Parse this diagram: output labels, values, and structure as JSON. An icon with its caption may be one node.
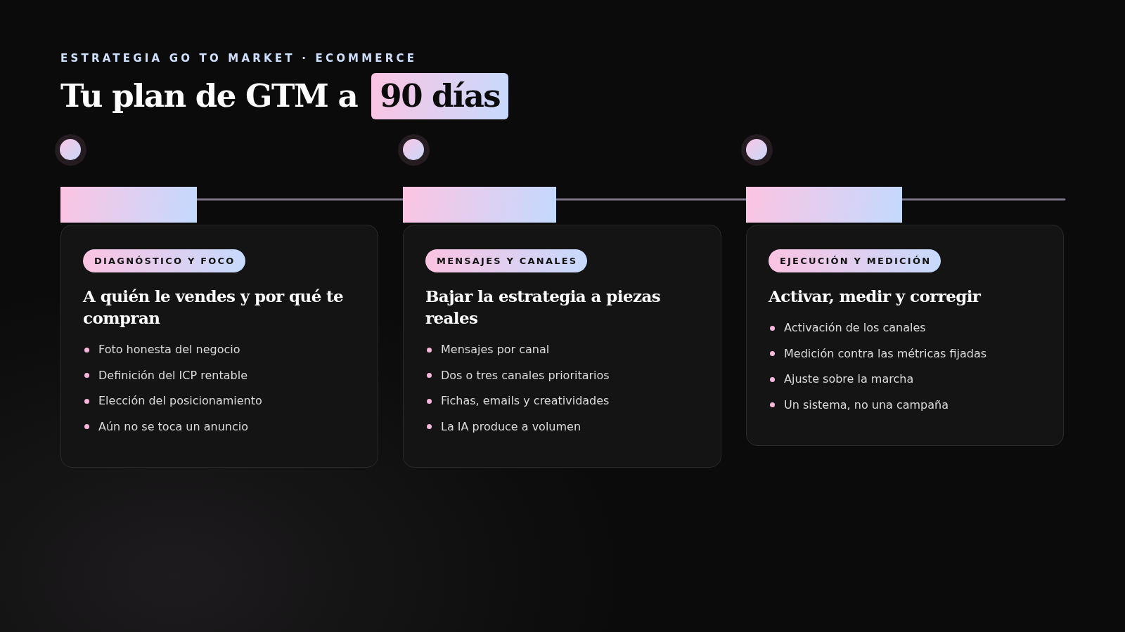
{
  "diagram": {
    "title": "Tu plan de GTM a 90 días",
    "nodes": [
      {
        "text": [],
        "shape": "circle"
      },
      {
        "text": [],
        "shape": "bar"
      },
      {
        "text": [
          "A quién le vendes y por qué te compran",
          "Foto honesta del negocio",
          "Definición del ICP rentable",
          "Elección del posicionamiento",
          "Aún no se toca un anuncio"
        ]
      },
      {
        "text": [
          "DIAGNÓSTICO Y FOCO"
        ],
        "in": 2
      },
      {
        "text": [],
        "shape": "circle"
      },
      {
        "text": [],
        "shape": "bar"
      },
      {
        "text": [
          "Bajar la estrategia a piezas reales",
          "Mensajes por canal",
          "Dos o tres canales prioritarios",
          "Fichas, emails y creatividades",
          "La IA produce a volumen"
        ]
      },
      {
        "text": [
          "MENSAJES Y CANALES"
        ],
        "in": 6
      },
      {
        "text": [],
        "shape": "circle"
      },
      {
        "text": [],
        "shape": "bar"
      },
      {
        "text": [
          "Activar, medir y corregir",
          "Activación de los canales",
          "Medición contra las métricas fijadas",
          "Ajuste sobre la marcha",
          "Un sistema, no una campaña"
        ]
      },
      {
        "text": [
          "EJECUCIÓN Y MEDICIÓN"
        ],
        "in": 10
      }
    ],
    "edges": [
      {
        "from": 1,
        "to": 5,
        "arrow": "none"
      },
      {
        "from": 5,
        "to": 9,
        "arrow": "none"
      },
      {
        "from": 9,
        "to": null,
        "arrow": "none"
      }
    ],
    "labels": [
      "ESTRATEGIA GO TO MARKET · ECOMMERCE"
    ]
  }
}
